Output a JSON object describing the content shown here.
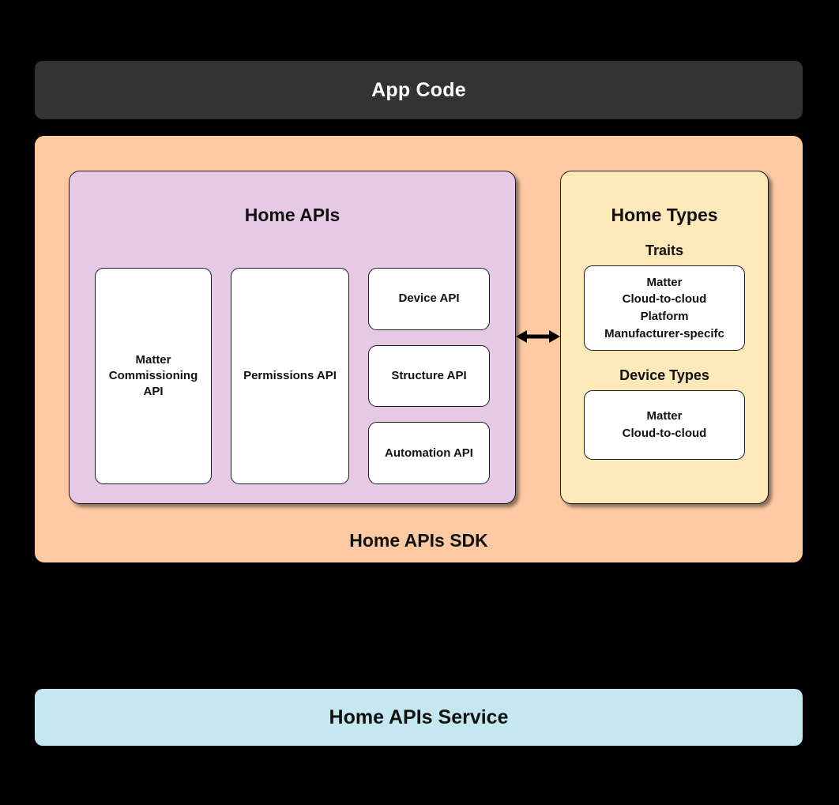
{
  "diagram": {
    "app_code": {
      "label": "App Code"
    },
    "sdk": {
      "label": "Home APIs SDK",
      "home_apis": {
        "title": "Home APIs",
        "left_column": [
          {
            "label": "Matter\nCommissioning\nAPI"
          }
        ],
        "middle_column": [
          {
            "label": "Permissions API"
          }
        ],
        "right_column": [
          {
            "label": "Device API"
          },
          {
            "label": "Structure API"
          },
          {
            "label": "Automation API"
          }
        ]
      },
      "home_types": {
        "title": "Home Types",
        "traits": {
          "heading": "Traits",
          "items": "Matter\nCloud-to-cloud\nPlatform\nManufacturer-specifc"
        },
        "device_types": {
          "heading": "Device Types",
          "items": "Matter\nCloud-to-cloud"
        }
      },
      "connector": {
        "name": "bidirectional-arrow"
      }
    },
    "service": {
      "label": "Home APIs Service"
    }
  },
  "colors": {
    "background": "#000000",
    "app_code_bg": "#333333",
    "sdk_bg": "#FCC9A2",
    "home_apis_bg": "#E6C9E4",
    "home_types_bg": "#FCE8B8",
    "service_bg": "#C5E7F0",
    "box_bg": "#FFFFFF",
    "stroke": "#1B1B1B",
    "text_dark": "#111111",
    "text_light": "#FFFFFF"
  }
}
